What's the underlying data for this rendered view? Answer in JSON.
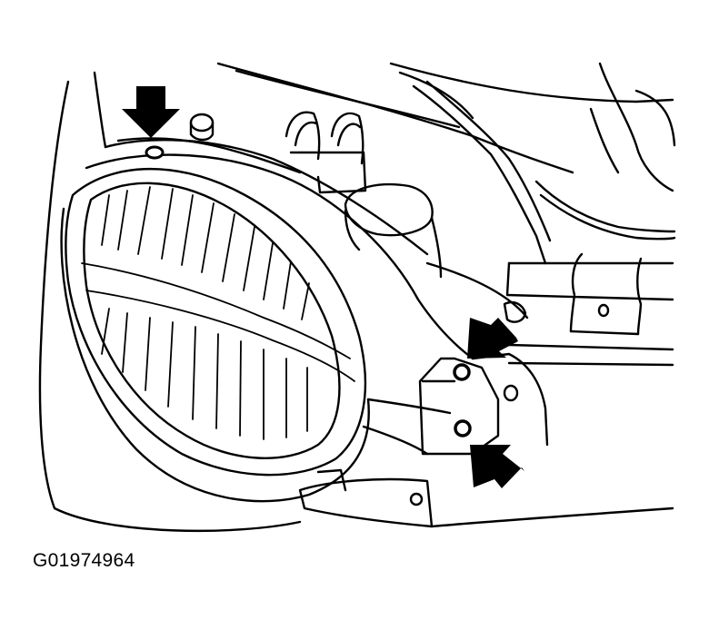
{
  "figure": {
    "caption": "G01974964",
    "line_color": "#000000",
    "background": "#ffffff",
    "callouts": [
      {
        "icon": "arrow-down-icon",
        "target": "upper-mounting-bolt"
      },
      {
        "icon": "arrow-down-left-icon",
        "target": "middle-mounting-bolt"
      },
      {
        "icon": "arrow-up-left-icon",
        "target": "lower-mounting-bolt"
      }
    ]
  }
}
